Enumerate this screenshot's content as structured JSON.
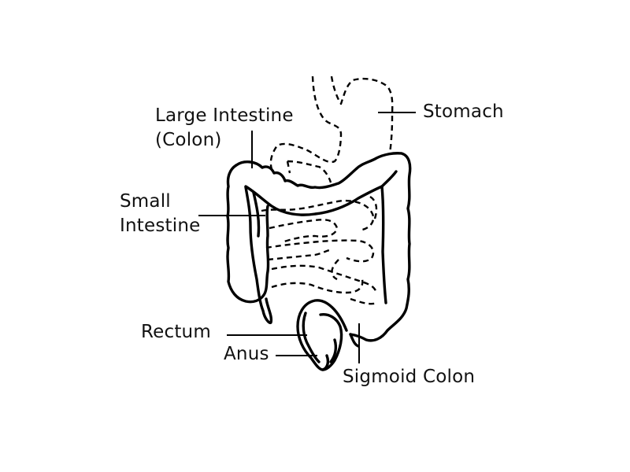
{
  "diagram": {
    "type": "anatomical-illustration",
    "subject": "Digestive tract: intestines",
    "colors": {
      "background": "#ffffff",
      "ink": "#000000"
    },
    "labels": {
      "large_intestine_line1": "Large Intestine",
      "large_intestine_line2": "(Colon)",
      "stomach": "Stomach",
      "small_intestine_line1": "Small",
      "small_intestine_line2": "Intestine",
      "rectum": "Rectum",
      "anus": "Anus",
      "sigmoid_colon": "Sigmoid Colon"
    }
  }
}
